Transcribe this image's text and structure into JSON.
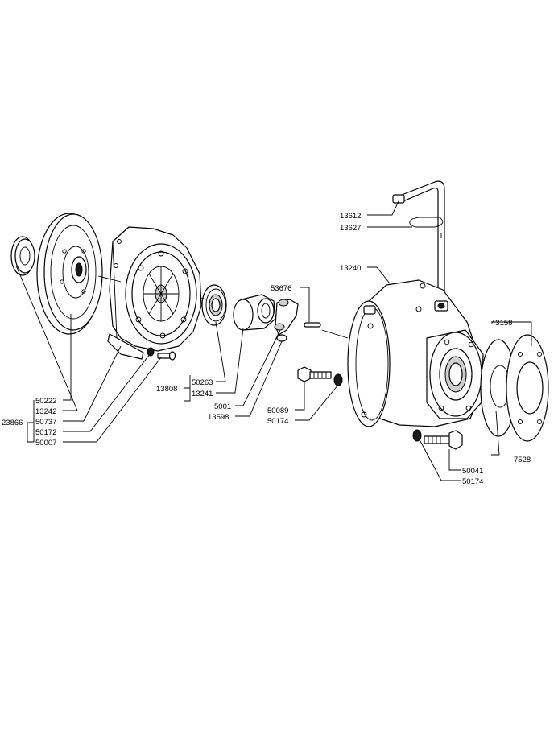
{
  "part_numbers": {
    "p13612": "13612",
    "p13627": "13627",
    "p13240": "13240",
    "p53676": "53676",
    "p43158": "43158",
    "p13808": "13808",
    "p50263": "50263",
    "p13241": "13241",
    "p5001": "5001",
    "p13598": "13598",
    "p50089": "50089",
    "p50174a": "50174",
    "p7528": "7528",
    "p50041": "50041",
    "p50174b": "50174",
    "p50222": "50222",
    "p13242": "13242",
    "p23866": "23866",
    "p50737": "50737",
    "p50172": "50172",
    "p50007": "50007"
  },
  "colors": {
    "line": "#000000",
    "background": "#ffffff"
  }
}
